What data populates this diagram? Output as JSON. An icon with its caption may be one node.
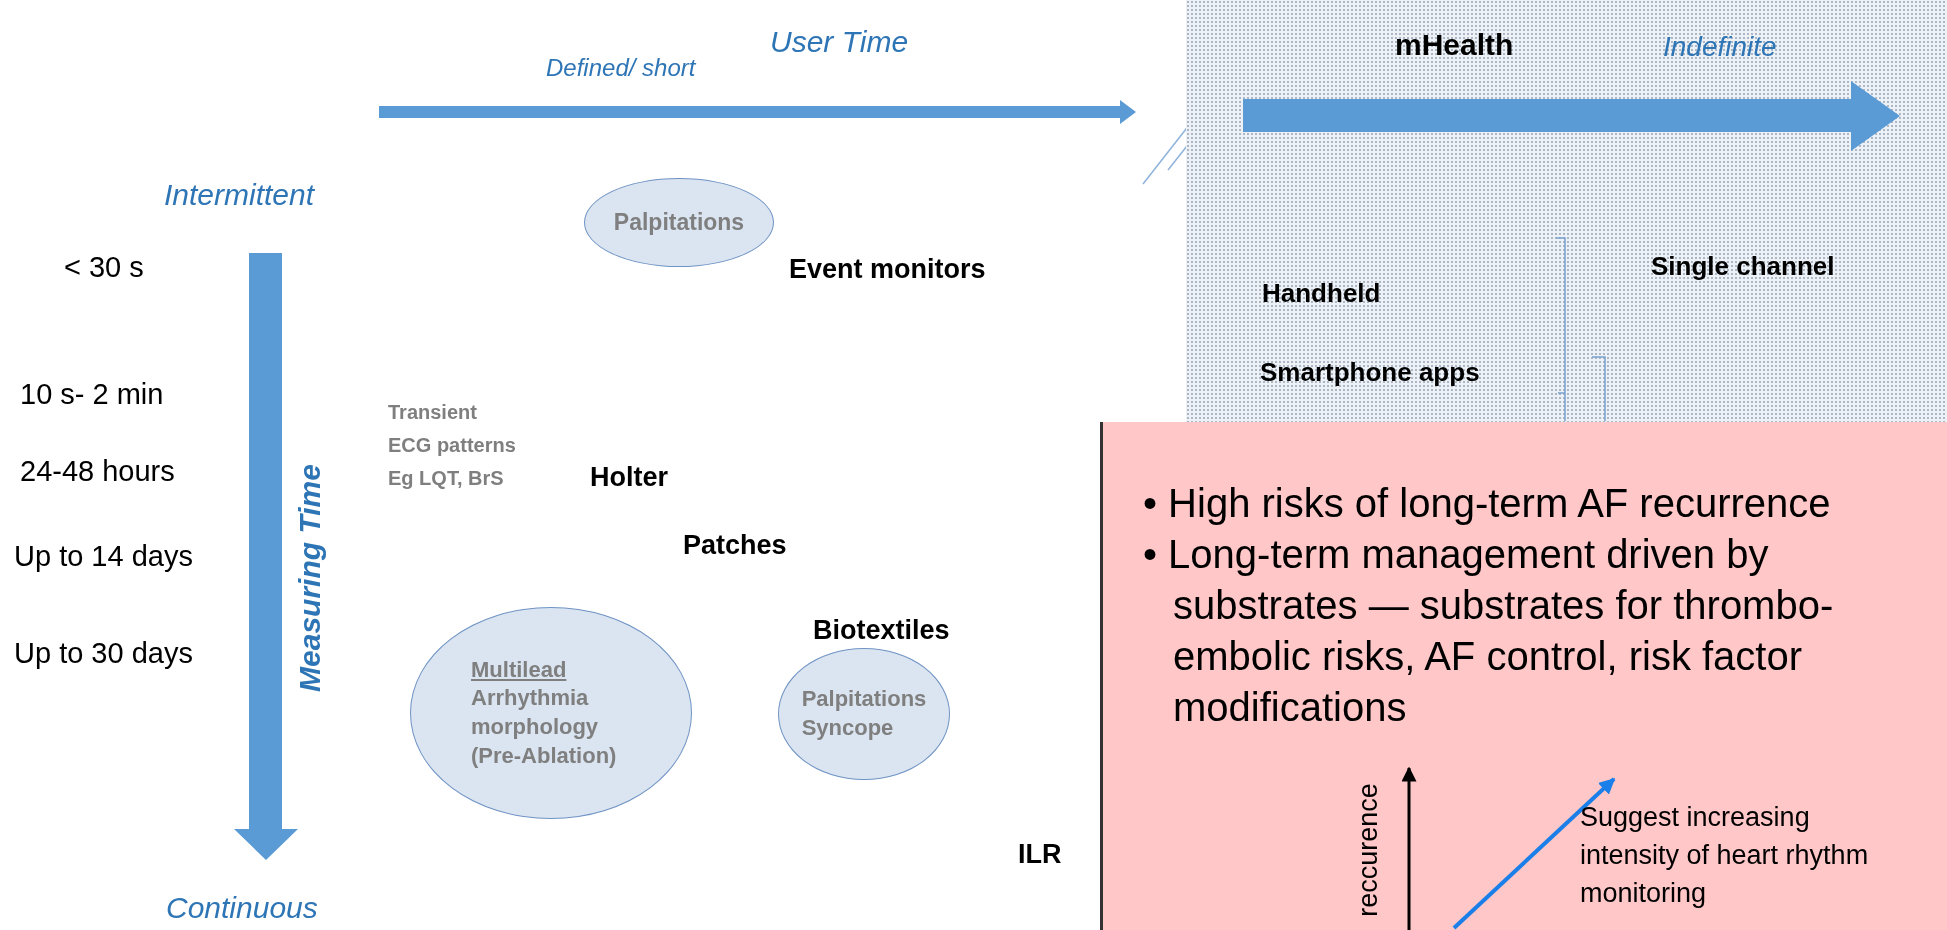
{
  "diagram": {
    "nodes": [
      {
        "text": [
          "mHealth",
          "Indefinite",
          "Handheld",
          "Smartphone apps",
          "Single channel"
        ]
      },
      {
        "text": [
          "Palpitations"
        ]
      },
      {
        "text": [
          "• High risks of long-term AF recurrence",
          "• Long-term management driven by substrates — substrates for thrombo-embolic risks, AF control, risk factor modifications",
          "reccurence",
          "Suggest increasing intensity of heart rhythm monitoring"
        ]
      },
      {
        "text": [
          "Multilead",
          "Arrhythmia morphology (Pre-Ablation)"
        ]
      },
      {
        "text": [
          "Palpitations Syncope"
        ]
      }
    ],
    "labels": [
      "User Time",
      "Defined/ short",
      "Intermittent",
      "< 30 s",
      "10 s- 2 min",
      "24-48 hours",
      "Up to 14 days",
      "Up to 30 days",
      "Measuring Time",
      "Continuous",
      "Event monitors",
      "Transient ECG patterns Eg LQT, BrS",
      "Holter",
      "Patches",
      "Biotextiles",
      "ILR"
    ]
  }
}
